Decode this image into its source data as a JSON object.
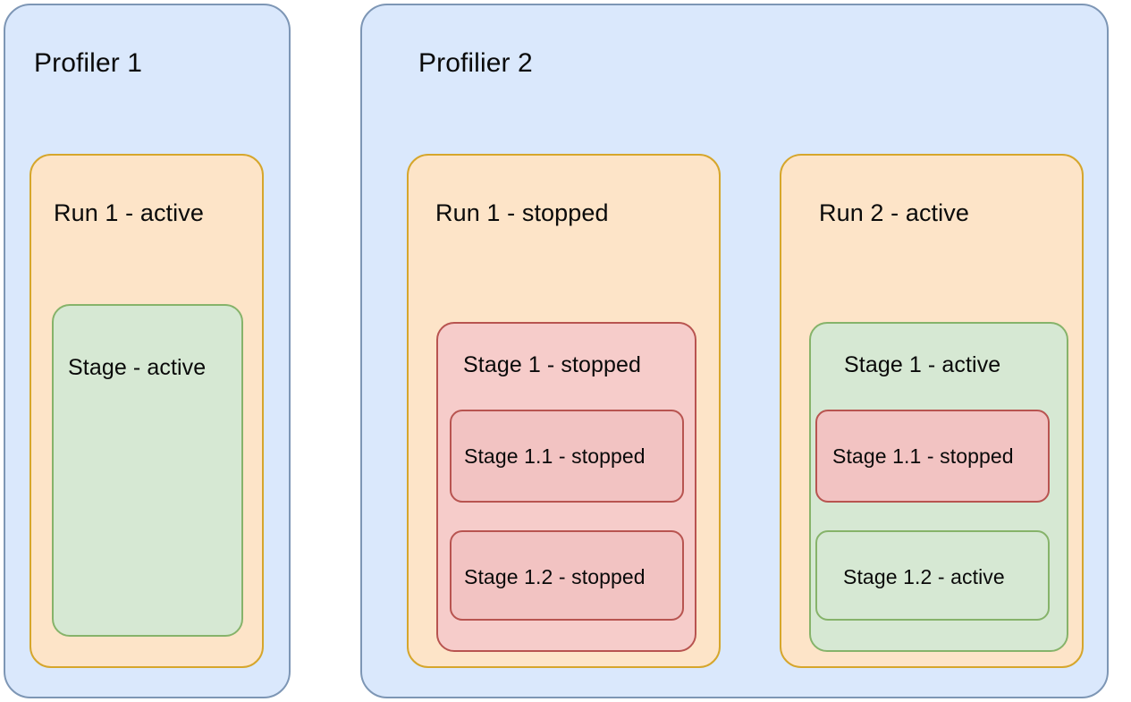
{
  "diagram": {
    "title_semantics": "profiler-run-stage-hierarchy",
    "colors": {
      "profiler_fill": "#dae8fc",
      "profiler_stroke": "#7d96b5",
      "run_fill": "#fde4c8",
      "run_stroke": "#d6a62c",
      "active_fill": "#d6e8d3",
      "active_stroke": "#86b36a",
      "stopped_fill": "#f6ccca",
      "stopped_stroke": "#b85450",
      "text": "#0a0a0a"
    },
    "profilers": [
      {
        "label": "Profiler 1",
        "runs": [
          {
            "label": "Run 1 - active",
            "state": "active",
            "stages": [
              {
                "label": "Stage - active",
                "state": "active",
                "substages": []
              }
            ]
          }
        ]
      },
      {
        "label": "Profilier 2",
        "runs": [
          {
            "label": "Run 1 - stopped",
            "state": "stopped",
            "stages": [
              {
                "label": "Stage 1 - stopped",
                "state": "stopped",
                "substages": [
                  {
                    "label": "Stage 1.1 - stopped",
                    "state": "stopped"
                  },
                  {
                    "label": "Stage 1.2 - stopped",
                    "state": "stopped"
                  }
                ]
              }
            ]
          },
          {
            "label": "Run 2 - active",
            "state": "active",
            "stages": [
              {
                "label": "Stage 1 - active",
                "state": "active",
                "substages": [
                  {
                    "label": "Stage 1.1 - stopped",
                    "state": "stopped"
                  },
                  {
                    "label": "Stage 1.2 - active",
                    "state": "active"
                  }
                ]
              }
            ]
          }
        ]
      }
    ]
  }
}
